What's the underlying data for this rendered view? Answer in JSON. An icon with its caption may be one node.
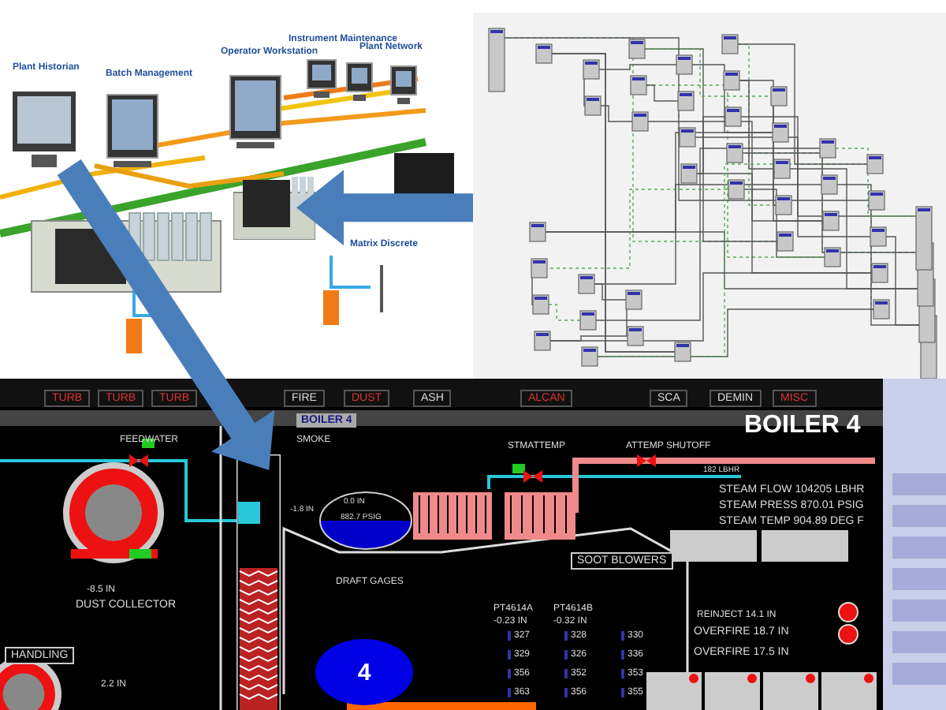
{
  "diagram": {
    "nodes": [
      {
        "text": [],
        "shape": "picture",
        "beside": [
          "Plant Historian"
        ]
      },
      {
        "text": [],
        "shape": "picture",
        "beside": [
          "Matrix Discrete"
        ]
      },
      {
        "text": [],
        "shape": "picture"
      },
      {
        "text": [],
        "shape": "picture"
      },
      {
        "text": [],
        "shape": "picture",
        "in": 3
      },
      {
        "text": [
          "4"
        ],
        "in": 3
      }
    ],
    "edges": [
      {
        "from": 2,
        "to": 1,
        "arrow": "to"
      },
      {
        "from": 0,
        "to": 4,
        "arrow": "to"
      }
    ],
    "labels": [
      "Batch Management",
      "Operator Workstation",
      "Instrument Maintenance",
      "Plant Network",
      "TURB",
      "TURB",
      "TURB",
      "FIRE",
      "DUST",
      "ASH",
      "ALCAN",
      "SCA",
      "DEMIN",
      "MISC",
      "BOILER 4",
      "BOILER 4",
      "FEEDWATER",
      "SMOKE",
      "STMATTEMP",
      "ATTEMP SHUTOFF",
      "182 LBHR",
      "STEAM FLOW 104205 LBHR",
      "STEAM PRESS 870.01 PSIG",
      "STEAM TEMP 904.89 DEG F",
      "0.0 IN",
      "-1.8 IN",
      "882.7 PSIG",
      "SOOT BLOWERS",
      "DRAFT GAGES",
      "-8.5 IN",
      "DUST COLLECTOR",
      "PT4614A",
      "PT4614B",
      "-0.23 IN",
      "-0.32 IN",
      "REINJECT 14.1 IN",
      "OVERFIRE 18.7 IN",
      "HANDLING",
      "OVERFIRE 17.5 IN",
      "2.2 IN",
      "327",
      "328",
      "330",
      "329",
      "326",
      "336",
      "356",
      "352",
      "353",
      "363",
      "356",
      "355"
    ]
  }
}
